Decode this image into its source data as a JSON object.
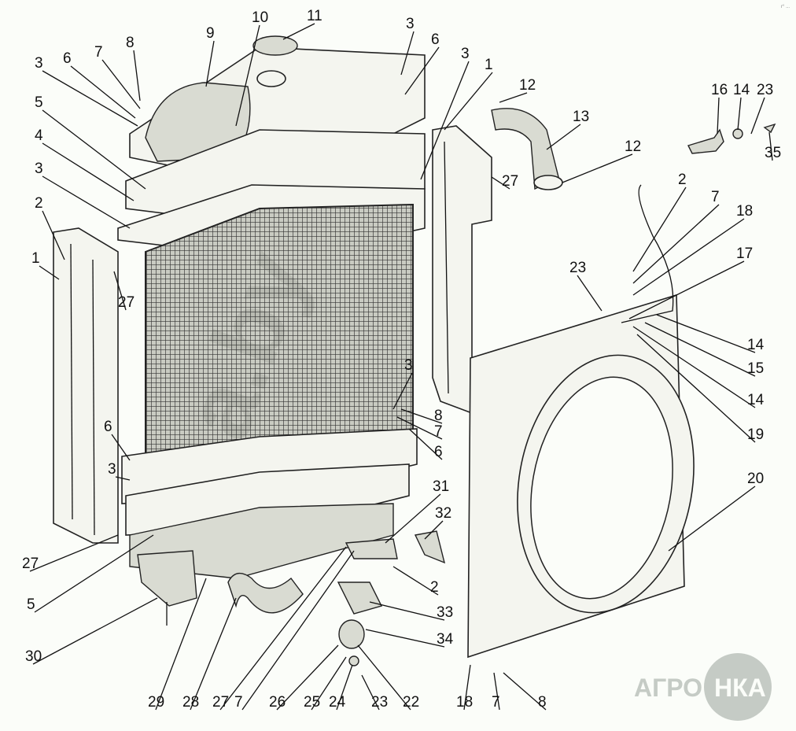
{
  "diagram": {
    "title": "Radiator assembly exploded view",
    "callouts": [
      "11",
      "10",
      "9",
      "8",
      "7",
      "6",
      "3",
      "5",
      "4",
      "3",
      "2",
      "1",
      "27",
      "3",
      "6",
      "3",
      "1",
      "12",
      "13",
      "12",
      "27",
      "16",
      "14",
      "23",
      "35",
      "2",
      "7",
      "18",
      "17",
      "23",
      "14",
      "15",
      "14",
      "19",
      "20",
      "3",
      "8",
      "7",
      "6",
      "6",
      "3",
      "31",
      "32",
      "2",
      "33",
      "34",
      "27",
      "5",
      "30",
      "29",
      "28",
      "27",
      "7",
      "26",
      "25",
      "24",
      "23",
      "22",
      "18",
      "7",
      "8"
    ],
    "watermark_center": "a.by",
    "logo": {
      "text_left": "АГРО",
      "text_right": "НКА"
    },
    "corner_mark": "r° ..."
  }
}
